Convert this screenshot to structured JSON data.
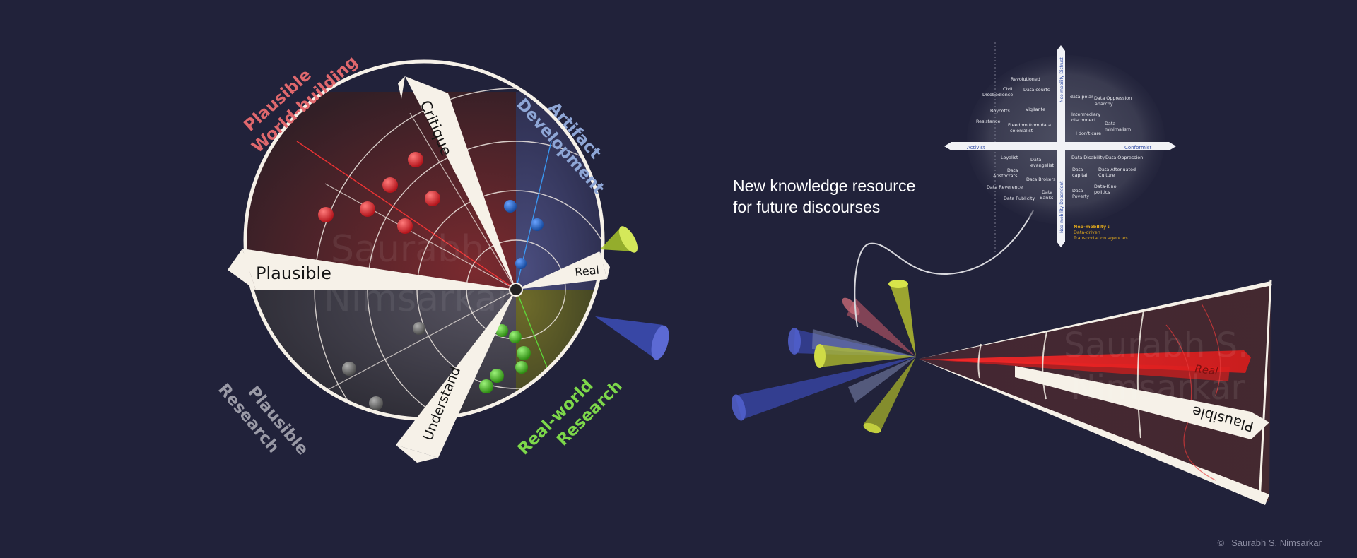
{
  "colors": {
    "background": "#21223a",
    "plausible_world_building": "#e0686d",
    "artifact_development": "#8ea6d6",
    "plausible_research": "#9a9aa6",
    "real_world_research": "#7dd84a",
    "wedge": "#f6f1e8",
    "world_building_sphere": "#d71d24",
    "artifact_sphere": "#1d5fc4",
    "research_sphere": "#6f6f70",
    "real_world_sphere": "#3fb319",
    "neo_mobility": "#e0a81c"
  },
  "left_diagram": {
    "quadrants": {
      "top_left": [
        "Plausible",
        "World-building"
      ],
      "top_right": [
        "Artifact",
        "Development"
      ],
      "bottom_left": [
        "Plausible",
        "Research"
      ],
      "bottom_right": [
        "Real-world",
        "Research"
      ]
    },
    "wedges": {
      "top": "Critique",
      "left": "Plausible",
      "right": "Real",
      "bottom": "Understand"
    },
    "watermark": [
      "Saurabh",
      "Nimsarkar"
    ]
  },
  "tagline": [
    "New knowledge resource",
    "for future discourses"
  ],
  "matrix": {
    "axis_top": "Neo-mobility Distrust",
    "axis_bottom": "Neo-mobility Dependent",
    "axis_left": "Activist",
    "axis_right": "Conformist",
    "top_left_terms": [
      "Revolutioned",
      "Civil",
      "Disobedience",
      "Data courts",
      "Boycotts",
      "Vigilante",
      "Resistance",
      "Freedom from data",
      "colonialist"
    ],
    "top_right_terms": [
      "data polar",
      "Data Oppression",
      "anarchy",
      "Intermediary",
      "disconnect",
      "Data",
      "minimalism",
      "I don't care"
    ],
    "bottom_left_terms": [
      "Loyalist",
      "Data",
      "evangelist",
      "Data",
      "Aristocrats",
      "Data Brokers",
      "Data Reverence",
      "Data",
      "Banks",
      "Data Publicity"
    ],
    "bottom_right_terms": [
      "Data Disability",
      "Data Oppression",
      "Data",
      "capital",
      "Data Attenuated",
      "Culture",
      "Data-Kino",
      "politics",
      "Data",
      "Poverty"
    ],
    "legend": [
      "Neo-mobility :",
      "Data-driven",
      "Transportation agencies"
    ]
  },
  "cone": {
    "label_real": "Real",
    "label_plausible": "Plausible",
    "watermark": [
      "Saurabh S.",
      "Nimsarkar"
    ]
  },
  "credit": {
    "symbol": "©",
    "name": "Saurabh S. Nimsarkar"
  }
}
